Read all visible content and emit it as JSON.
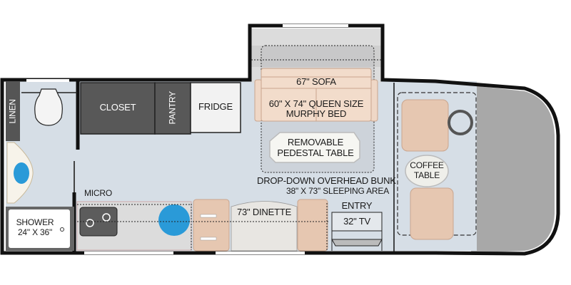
{
  "plan": {
    "colors": {
      "floor": "#d6dee6",
      "wall": "#111111",
      "cabinet_dark": "#555555",
      "sofa": "#efd7c6",
      "sofa_edge": "#c9a58e",
      "cab": "#a8a8a8",
      "blue": "#2a9ad8"
    },
    "labels": {
      "linen": "LINEN",
      "closet": "CLOSET",
      "pantry": "PANTRY",
      "fridge": "FRIDGE",
      "sofa": "67\" SOFA",
      "murphy_line1": "60\" X 74\" QUEEN SIZE",
      "murphy_line2": "MURPHY BED",
      "table_line1": "REMOVABLE",
      "table_line2": "PEDESTAL TABLE",
      "bunk_line1": "DROP-DOWN OVERHEAD BUNK",
      "bunk_line2": "38\" X 73\" SLEEPING AREA",
      "micro": "MICRO",
      "shower_line1": "SHOWER",
      "shower_line2": "24\" X 36\"",
      "dinette": "73\" DINETTE",
      "entry": "ENTRY",
      "tv": "32\" TV",
      "coffee_line1": "COFFEE",
      "coffee_line2": "TABLE"
    }
  }
}
